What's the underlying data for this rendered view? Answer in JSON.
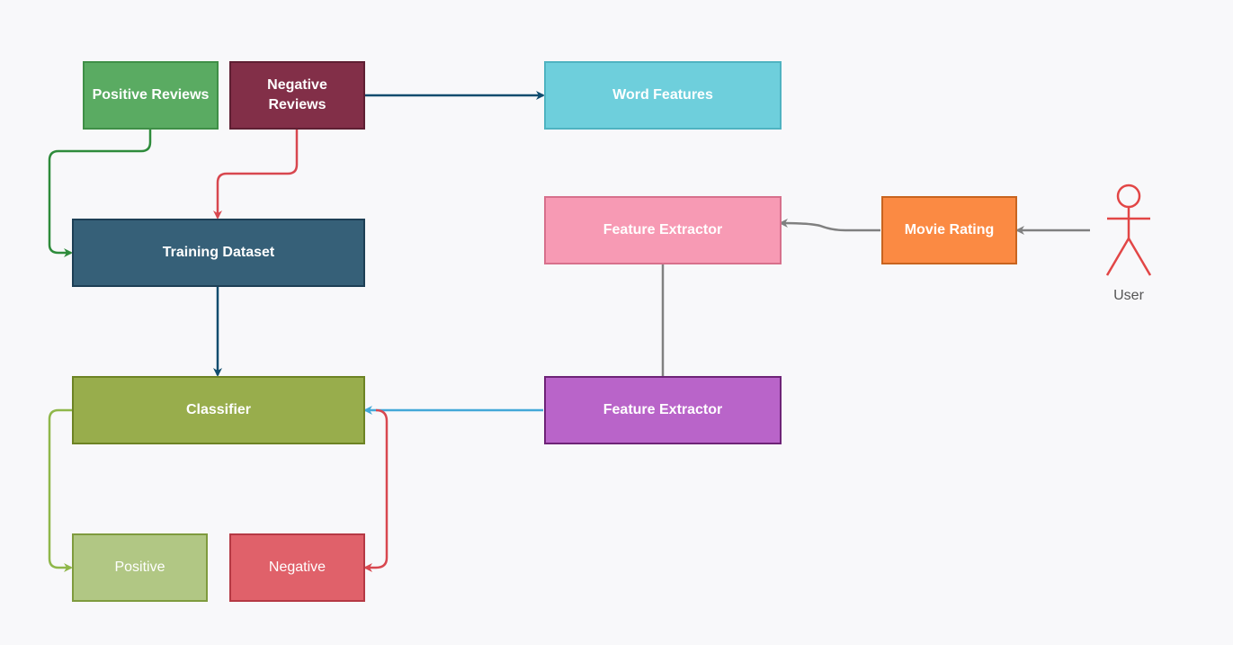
{
  "diagram": {
    "nodes": {
      "positive_reviews": {
        "label": "Positive Reviews",
        "fill": "#5aab62",
        "border": "#3f8f47"
      },
      "negative_reviews": {
        "label": "Negative Reviews",
        "fill": "#822f48",
        "border": "#5e1f33"
      },
      "word_features": {
        "label": "Word Features",
        "fill": "#6ecfdc",
        "border": "#4fb3c1"
      },
      "training_dataset": {
        "label": "Training Dataset",
        "fill": "#366078",
        "border": "#1d3f55"
      },
      "feature_extractor_top": {
        "label": "Feature Extractor",
        "fill": "#f79ab4",
        "border": "#d7708c"
      },
      "movie_rating": {
        "label": "Movie Rating",
        "fill": "#fb8a43",
        "border": "#c8641f"
      },
      "classifier": {
        "label": "Classifier",
        "fill": "#98ad4c",
        "border": "#6d8324"
      },
      "feature_extractor_bottom": {
        "label": "Feature Extractor",
        "fill": "#b964c9",
        "border": "#6e2377"
      },
      "positive": {
        "label": "Positive",
        "fill": "#b1c784",
        "border": "#7f9b3e"
      },
      "negative": {
        "label": "Negative",
        "fill": "#e0616a",
        "border": "#b53944"
      }
    },
    "actor": {
      "label": "User",
      "color": "#e24646"
    },
    "edges": [
      {
        "from": "negative_reviews",
        "to": "word_features",
        "color": "#0f4c6e"
      },
      {
        "from": "positive_reviews",
        "to": "training_dataset",
        "color": "#2e8b3b"
      },
      {
        "from": "negative_reviews",
        "to": "training_dataset",
        "color": "#d8474f"
      },
      {
        "from": "training_dataset",
        "to": "classifier",
        "color": "#0f4c6e"
      },
      {
        "from": "user",
        "to": "movie_rating",
        "color": "#808080"
      },
      {
        "from": "movie_rating",
        "to": "feature_extractor_top",
        "color": "#808080"
      },
      {
        "from": "feature_extractor_top",
        "to": "feature_extractor_bottom",
        "color": "#808080"
      },
      {
        "from": "feature_extractor_bottom",
        "to": "classifier",
        "color": "#43a8d8"
      },
      {
        "from": "classifier",
        "to": "positive",
        "color": "#8fb74a"
      },
      {
        "from": "classifier",
        "to": "negative",
        "color": "#d8474f"
      }
    ]
  }
}
